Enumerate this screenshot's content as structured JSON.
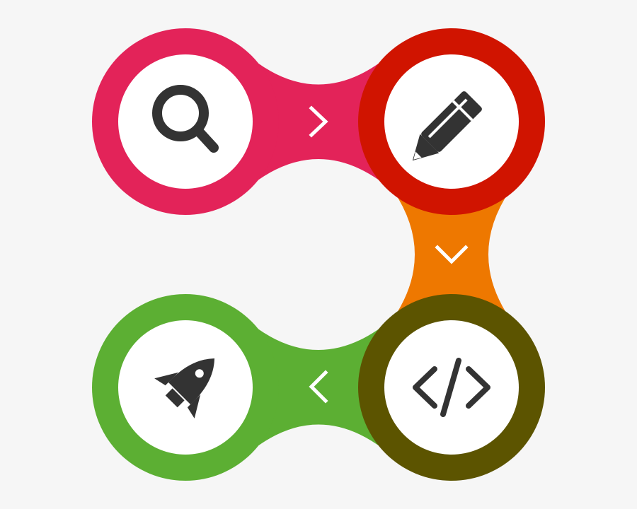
{
  "background": "#f6f6f6",
  "icon_color": "#333333",
  "arrow_color": "#ffffff",
  "inner_fill": "#ffffff",
  "stages": [
    {
      "name": "discover",
      "icon": "search-icon",
      "color": "#e32359"
    },
    {
      "name": "design",
      "icon": "pencil-icon",
      "color": "#d01400"
    },
    {
      "name": "develop",
      "icon": "code-icon",
      "color": "#5c5400"
    },
    {
      "name": "launch",
      "icon": "rocket-icon",
      "color": "#5caf33"
    }
  ],
  "connectors": [
    {
      "from": "discover",
      "to": "design",
      "color": "#e32359",
      "arrow": "chevron-right-icon"
    },
    {
      "from": "design",
      "to": "develop",
      "color": "#ee7800",
      "arrow": "chevron-down-icon"
    },
    {
      "from": "develop",
      "to": "launch",
      "color": "#5caf33",
      "arrow": "chevron-left-icon"
    }
  ]
}
